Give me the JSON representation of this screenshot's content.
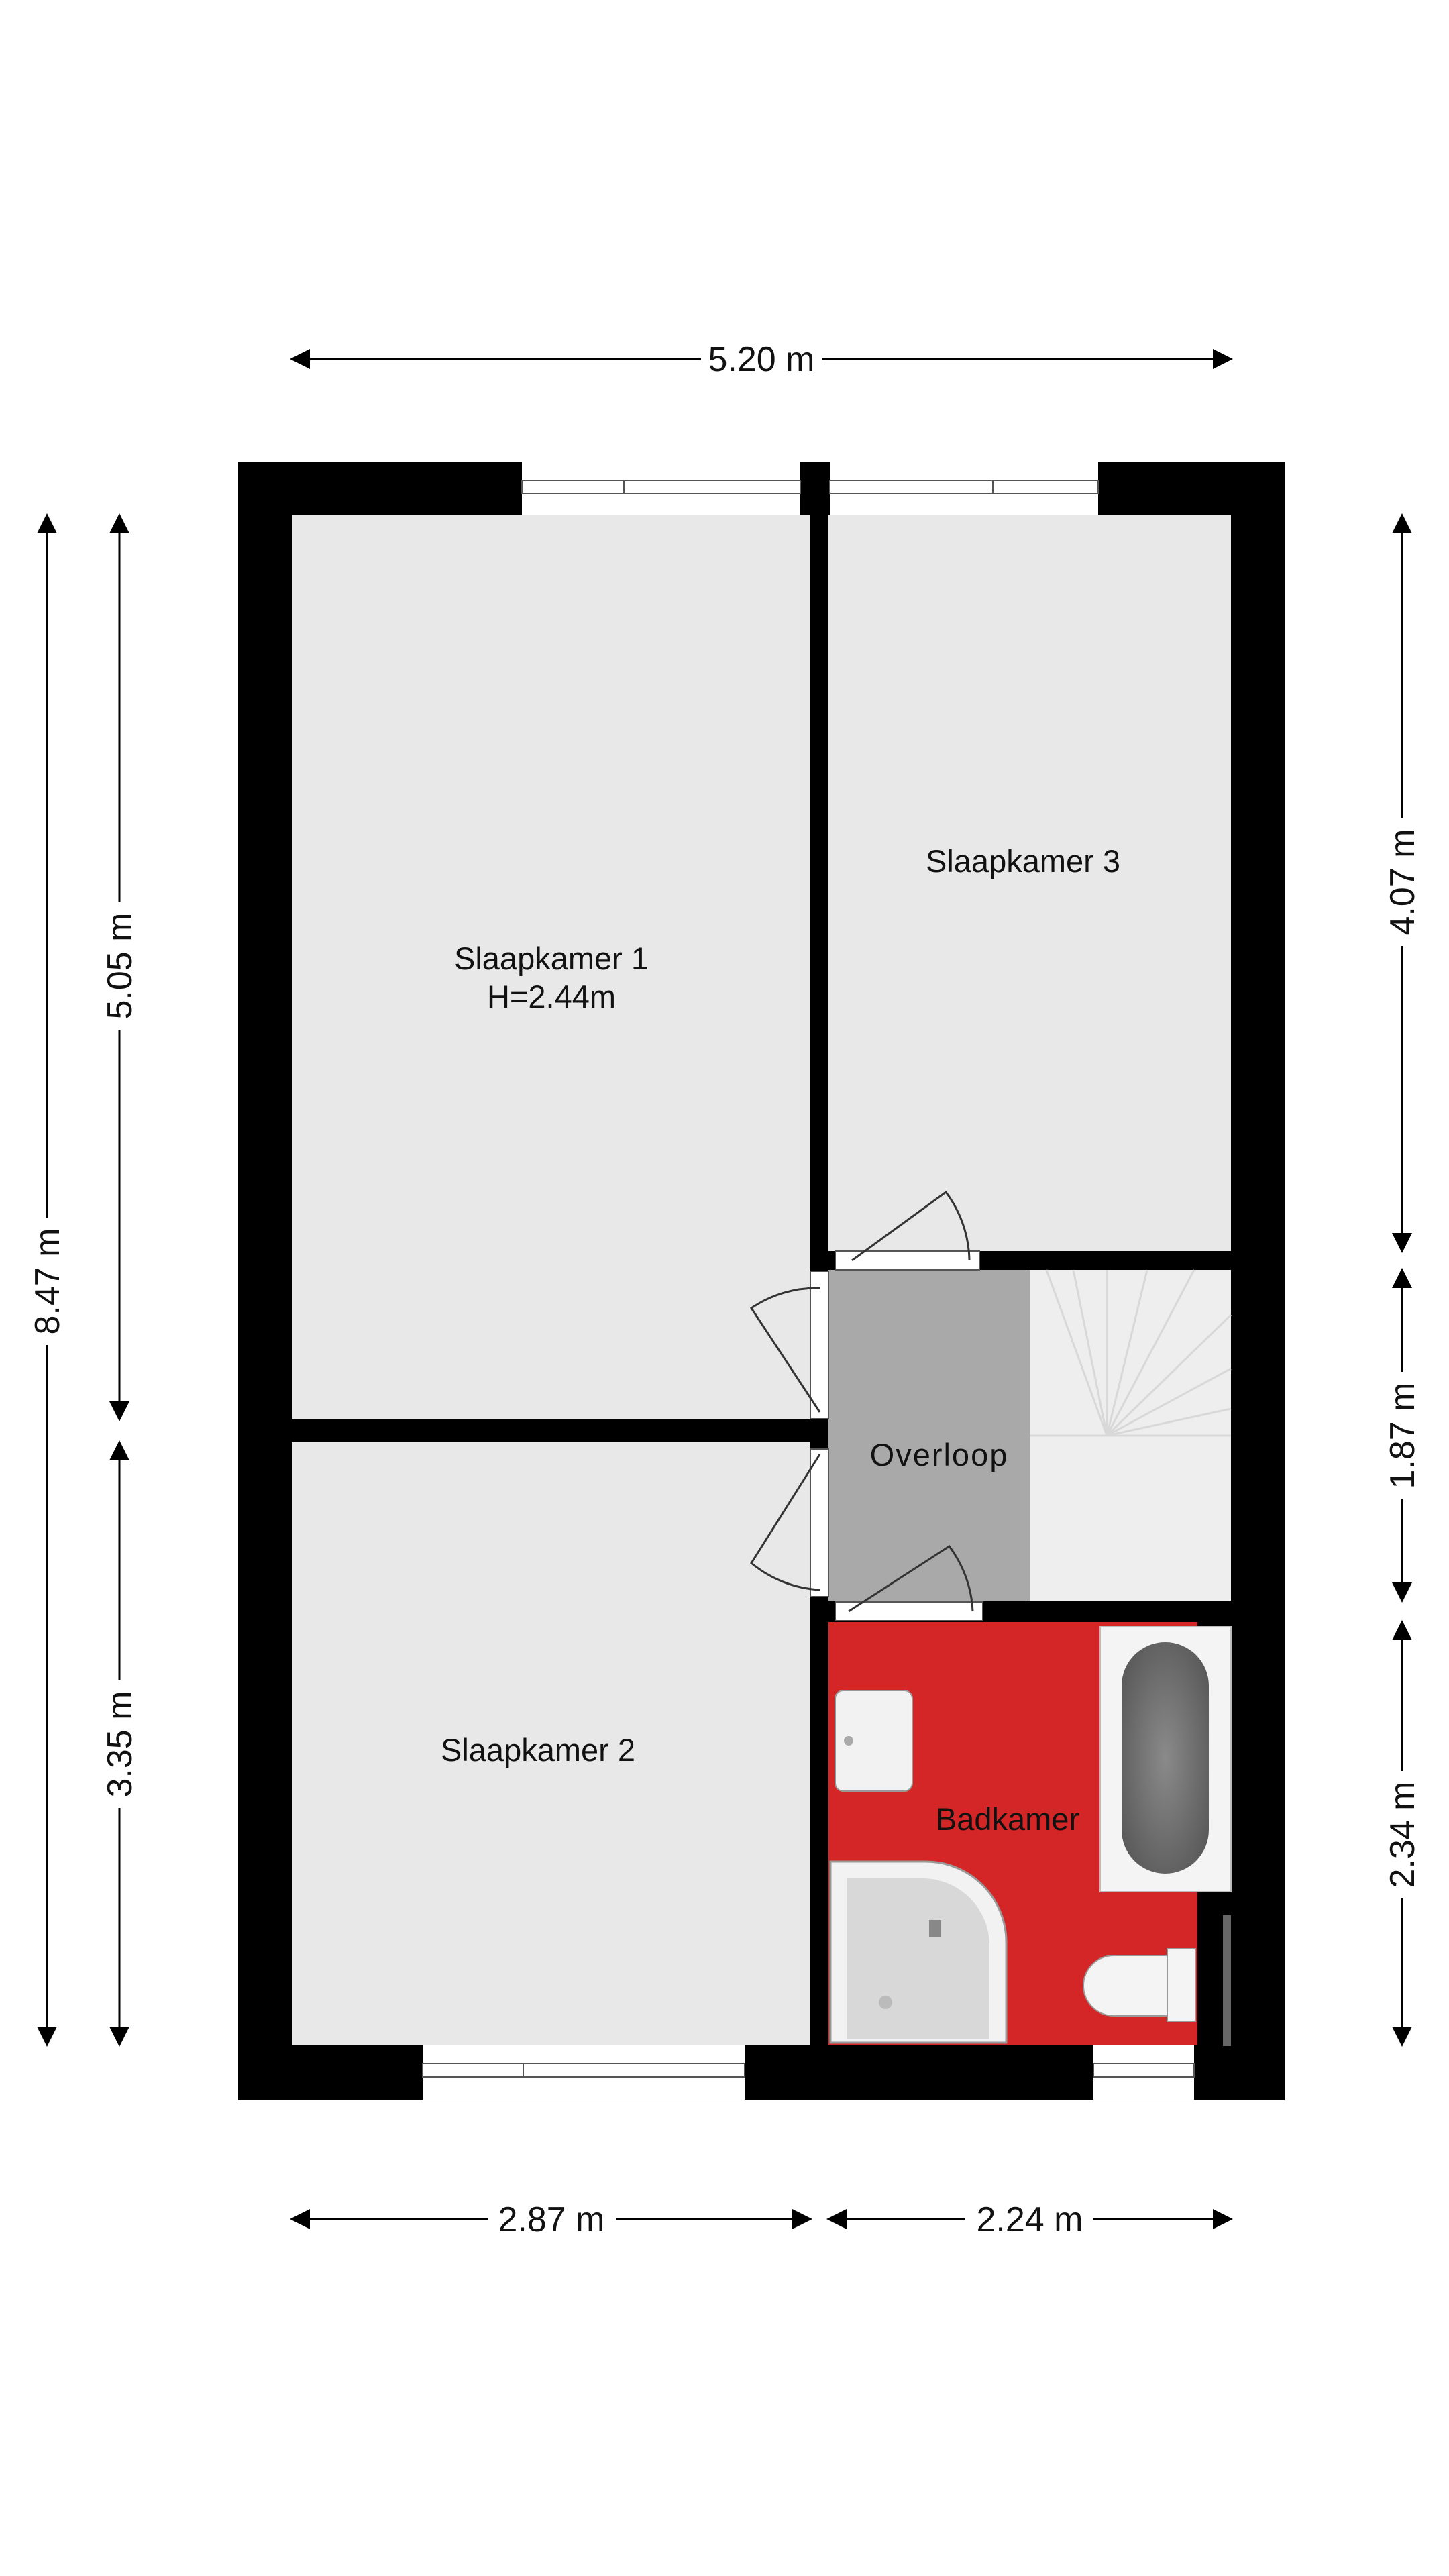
{
  "rooms": {
    "slaapkamer1": {
      "name": "Slaapkamer 1",
      "height": "H=2.44m"
    },
    "slaapkamer2": {
      "name": "Slaapkamer 2"
    },
    "slaapkamer3": {
      "name": "Slaapkamer 3"
    },
    "overloop": {
      "name": "Overloop"
    },
    "badkamer": {
      "name": "Badkamer"
    }
  },
  "dimensions": {
    "top_total": "5.20 m",
    "bottom_left": "2.87 m",
    "bottom_right": "2.24 m",
    "left_total": "8.47 m",
    "left_upper": "5.05 m",
    "left_lower": "3.35 m",
    "right_upper": "4.07 m",
    "right_middle": "1.87 m",
    "right_lower": "2.34 m"
  },
  "colors": {
    "wall": "#000000",
    "floor": "#e8e8e8",
    "landing": "#a9a9a9",
    "bathroom": "#d42626",
    "stairs": "#eeeeee"
  }
}
